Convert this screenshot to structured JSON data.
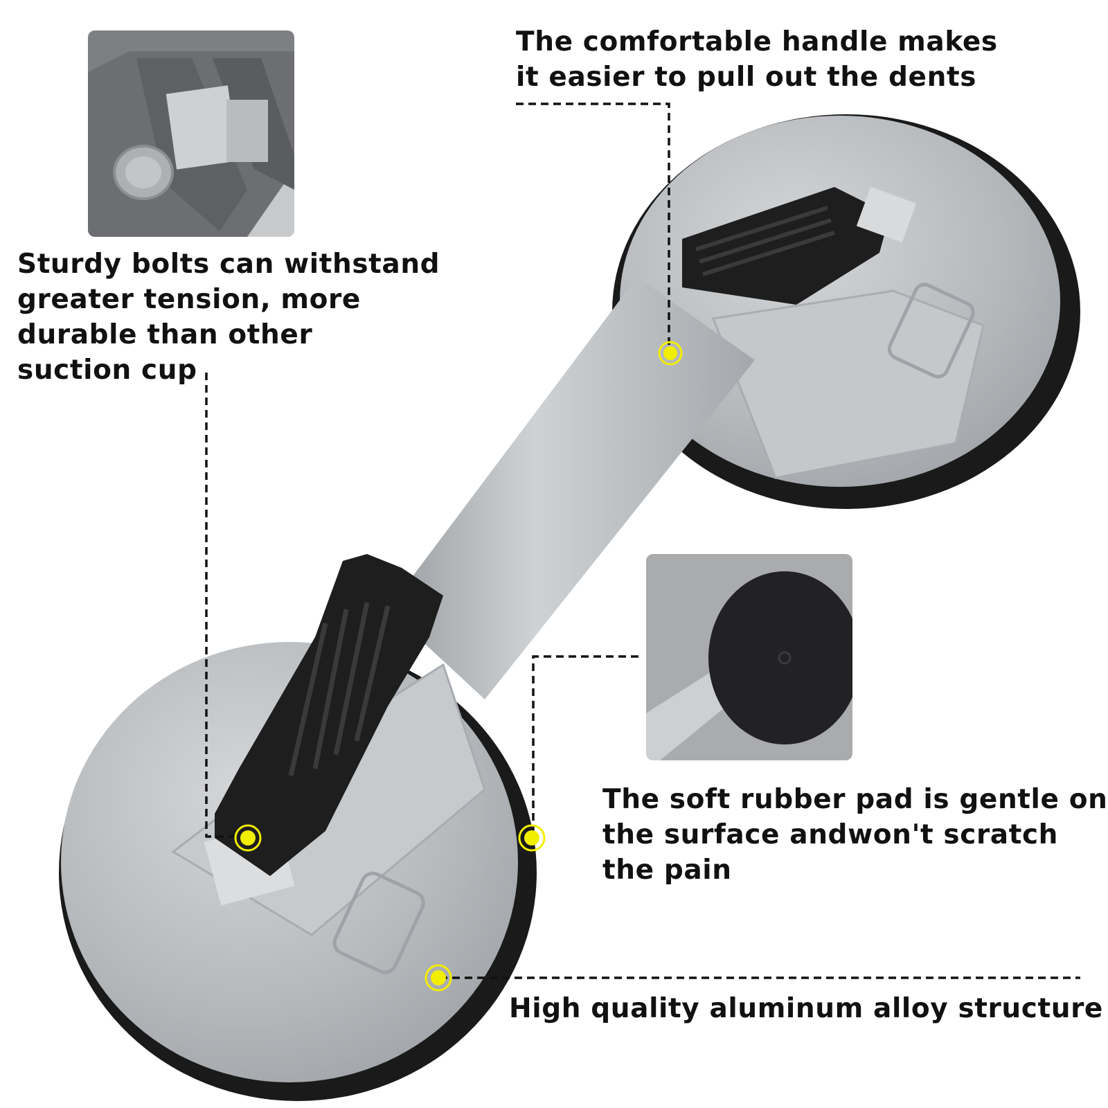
{
  "callouts": {
    "handle": {
      "lines": [
        "The comfortable handle makes",
        "it easier to pull out the dents"
      ]
    },
    "bolts": {
      "lines": [
        "Sturdy bolts can withstand",
        "greater tension, more",
        "durable than other",
        "suction cup"
      ]
    },
    "rubber": {
      "lines": [
        "The soft rubber pad is gentle on",
        "the surface andwon't scratch",
        "the pain"
      ]
    },
    "alloy": {
      "lines": [
        "High quality aluminum alloy structure"
      ]
    }
  },
  "colors": {
    "marker": "#f2ee00",
    "leader": "#111111",
    "aluminum": "#b9bcbf",
    "rubber": "#1b1b1b",
    "text": "#111111"
  },
  "icons": {
    "marker": "yellow-dot-icon",
    "leader": "dashed-leader-line"
  }
}
